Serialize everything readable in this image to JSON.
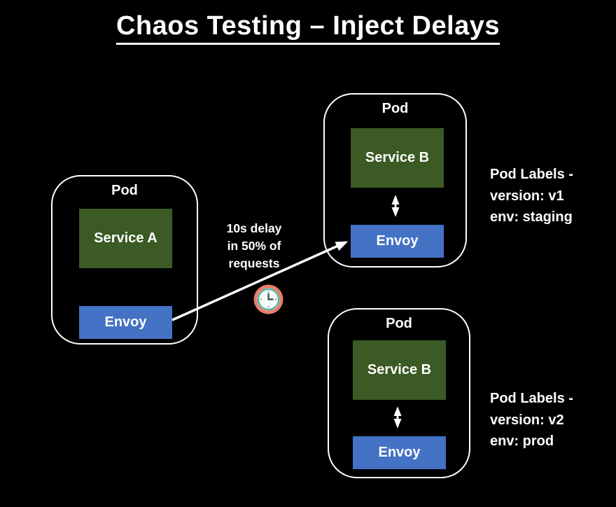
{
  "title": "Chaos Testing – Inject Delays",
  "pods": [
    {
      "label": "Pod",
      "service": "Service A",
      "proxy": "Envoy"
    },
    {
      "label": "Pod",
      "service": "Service B",
      "proxy": "Envoy"
    },
    {
      "label": "Pod",
      "service": "Service B",
      "proxy": "Envoy"
    }
  ],
  "delay_note": {
    "line1": "10s delay",
    "line2": "in 50% of",
    "line3": "requests"
  },
  "pod_annotations": [
    {
      "line1": "Pod Labels -",
      "line2": "version: v1",
      "line3": "env: staging"
    },
    {
      "line1": "Pod Labels -",
      "line2": "version: v2",
      "line3": "env: prod"
    }
  ],
  "icons": {
    "delay_clock": "clock-icon"
  },
  "colors": {
    "background": "#000000",
    "text": "#FFFFFF",
    "service_box": "#3C5A24",
    "envoy_box": "#4472C4",
    "pod_border": "#FFFFFF",
    "arrow": "#FFFFFF",
    "clock_ring": "#E87E6A",
    "clock_inner_ring": "#4EB6AC",
    "clock_face": "#F7FAF5",
    "clock_hands": "#2F485C"
  }
}
